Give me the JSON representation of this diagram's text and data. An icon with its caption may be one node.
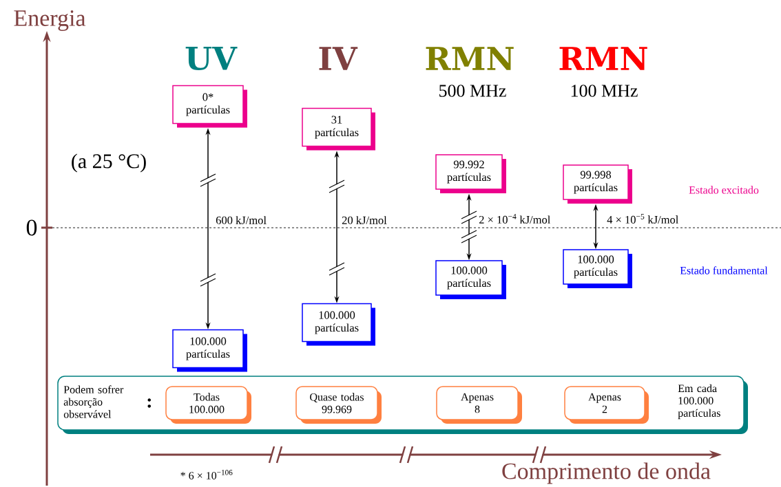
{
  "diagram": {
    "nodes": [
      {
        "text": [
          "0* partículas"
        ]
      },
      {
        "text": [
          "100.000 partículas"
        ]
      },
      {
        "text": [
          "31 partículas"
        ]
      },
      {
        "text": [
          "100.000 partículas"
        ]
      },
      {
        "text": [
          "99.992 partículas"
        ]
      },
      {
        "text": [
          "100.000 partículas"
        ]
      },
      {
        "text": [
          "99.998 partículas"
        ]
      },
      {
        "text": [
          "100.000 partículas"
        ]
      },
      {
        "text": [
          "Podem sofrer absorção observável",
          ":",
          "Em cada 100.000 partículas"
        ]
      },
      {
        "text": [
          "Todas 100.000"
        ],
        "in": 8
      },
      {
        "text": [
          "Quase todas 99.969"
        ],
        "in": 8
      },
      {
        "text": [
          "Apenas 8"
        ],
        "in": 8
      },
      {
        "text": [
          "Apenas 2"
        ],
        "in": 8
      }
    ],
    "edges": [
      {
        "from": 0,
        "to": 1,
        "arrow": "both",
        "label": "600 kJ/mol"
      },
      {
        "from": 2,
        "to": 3,
        "arrow": "both",
        "label": "20 kJ/mol"
      },
      {
        "from": 4,
        "to": 5,
        "arrow": "both",
        "label": "2 × 10$^{−4}$ kJ/mol"
      },
      {
        "from": 6,
        "to": 7,
        "arrow": "both",
        "label": "4 × 10$^{−5}$ kJ/mol"
      }
    ],
    "labels": [
      "Energia",
      "UV",
      "IV",
      "RMN",
      "500 MHz",
      "RMN",
      "100 MHz",
      "(a 25 °C)",
      "Estado excitado",
      "0",
      "Estado fundamental",
      "* 6 × 10$^{−106}$",
      "Comprimento de onda"
    ]
  }
}
